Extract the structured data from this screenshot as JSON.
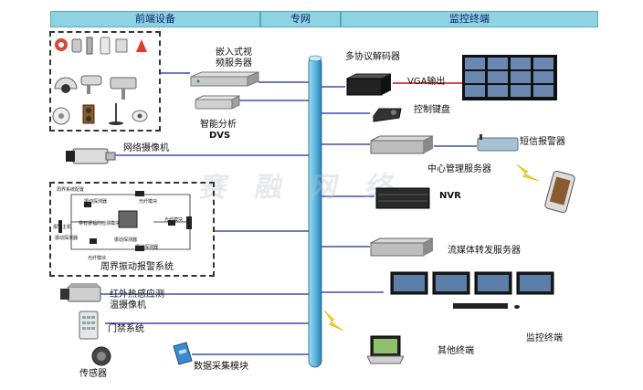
{
  "headers": {
    "front_end": "前端设备",
    "private_network": "专网",
    "monitoring_terminal": "监控终端"
  },
  "labels": {
    "embedded_video_server": [
      "嵌入式视",
      "频服务器"
    ],
    "intelligent_analysis": "智能分析",
    "dvs": "DVS",
    "network_camera": "网络摄像机",
    "perimeter_alarm": "周界振动报警系统",
    "infrared_camera": [
      "红外热感应测",
      "温摄像机"
    ],
    "access_control": "门禁系统",
    "sensor": "传感器",
    "data_acquisition": "数据采集模块",
    "multi_protocol_decoder": "多协议解码器",
    "vga_output": "VGA输出",
    "control_keyboard": "控制键盘",
    "sms_alarm": "短信报警器",
    "central_mgmt_server": "中心管理服务器",
    "nvr": "NVR",
    "streaming_server": "流媒体转发服务器",
    "other_terminal": "其他终端",
    "monitor_terminal": "监控终端"
  },
  "perimeter_small_labels": {
    "system_config": "周界系统配置",
    "vibration_probe": "振动探测器",
    "alarm_host": "报警主机",
    "multi_module": "带有振幅的检测模块",
    "relay": "光纤模块",
    "a": "振动探测器",
    "b": "光纤模块",
    "c": "振动探测器",
    "d": "光纤模块",
    "e": "振动探测器"
  },
  "watermark": "赛 融 网 络",
  "colors": {
    "header_bg": "#8dd3e1",
    "bus": "#6fc3e6",
    "line": "#1a2a9a",
    "vga_line": "#cc1111",
    "lightning": "#f4d21a"
  }
}
